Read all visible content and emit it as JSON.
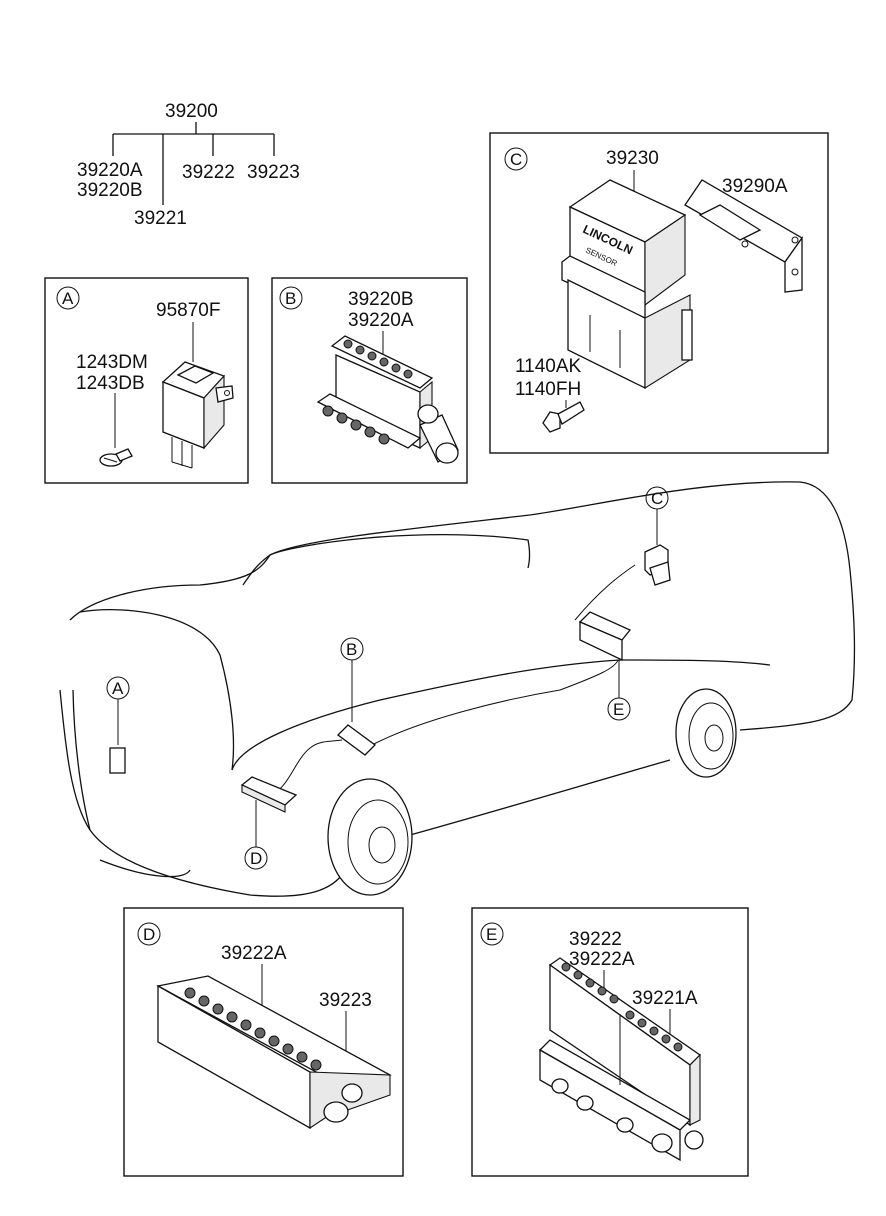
{
  "tree": {
    "root": "39200",
    "branches": [
      "39220A",
      "39220B",
      "39221",
      "39222",
      "39223"
    ]
  },
  "callouts": [
    "A",
    "B",
    "C",
    "D",
    "E"
  ],
  "panels": {
    "a": {
      "callout": "A",
      "parts": [
        "95870F",
        "1243DM",
        "1243DB"
      ]
    },
    "b": {
      "callout": "B",
      "parts": [
        "39220B",
        "39220A"
      ]
    },
    "c": {
      "callout": "C",
      "parts": [
        "39230",
        "39290A",
        "1140AK",
        "1140FH"
      ],
      "brand_text": [
        "LINCOLN",
        "SENSOR"
      ]
    },
    "d": {
      "callout": "D",
      "parts": [
        "39222A",
        "39223"
      ]
    },
    "e": {
      "callout": "E",
      "parts": [
        "39222",
        "39222A",
        "39221A"
      ]
    }
  }
}
